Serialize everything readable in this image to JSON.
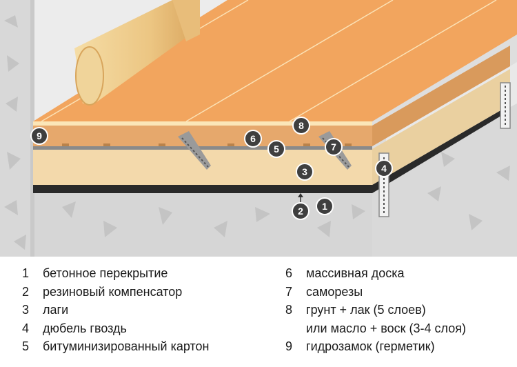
{
  "diagram": {
    "markers": [
      {
        "id": "1",
        "label": "1"
      },
      {
        "id": "2",
        "label": "2"
      },
      {
        "id": "3",
        "label": "3"
      },
      {
        "id": "4",
        "label": "4"
      },
      {
        "id": "5",
        "label": "5"
      },
      {
        "id": "6",
        "label": "6"
      },
      {
        "id": "7",
        "label": "7"
      },
      {
        "id": "8",
        "label": "8"
      },
      {
        "id": "9",
        "label": "9"
      }
    ]
  },
  "legend": {
    "left": [
      {
        "num": "1",
        "text": "бетонное перекрытие"
      },
      {
        "num": "2",
        "text": "резиновый компенсатор"
      },
      {
        "num": "3",
        "text": "лаги"
      },
      {
        "num": "4",
        "text": "дюбель гвоздь"
      },
      {
        "num": "5",
        "text": "битуминизированный картон"
      }
    ],
    "right": [
      {
        "num": "6",
        "text": "массивная доска"
      },
      {
        "num": "7",
        "text": "саморезы"
      },
      {
        "num": "8",
        "text": "грунт + лак (5 слоев)"
      },
      {
        "num": "",
        "text": "или масло + воск (3-4 слоя)"
      },
      {
        "num": "9",
        "text": "гидрозамок (герметик)"
      }
    ]
  },
  "colors": {
    "board_top": "#f2a55e",
    "board_front": "#e6a86c",
    "joist": "#f3d9ab",
    "concrete": "#dcdcdc",
    "marker": "#3f3f3f",
    "baseboard": "#f0d49a"
  }
}
